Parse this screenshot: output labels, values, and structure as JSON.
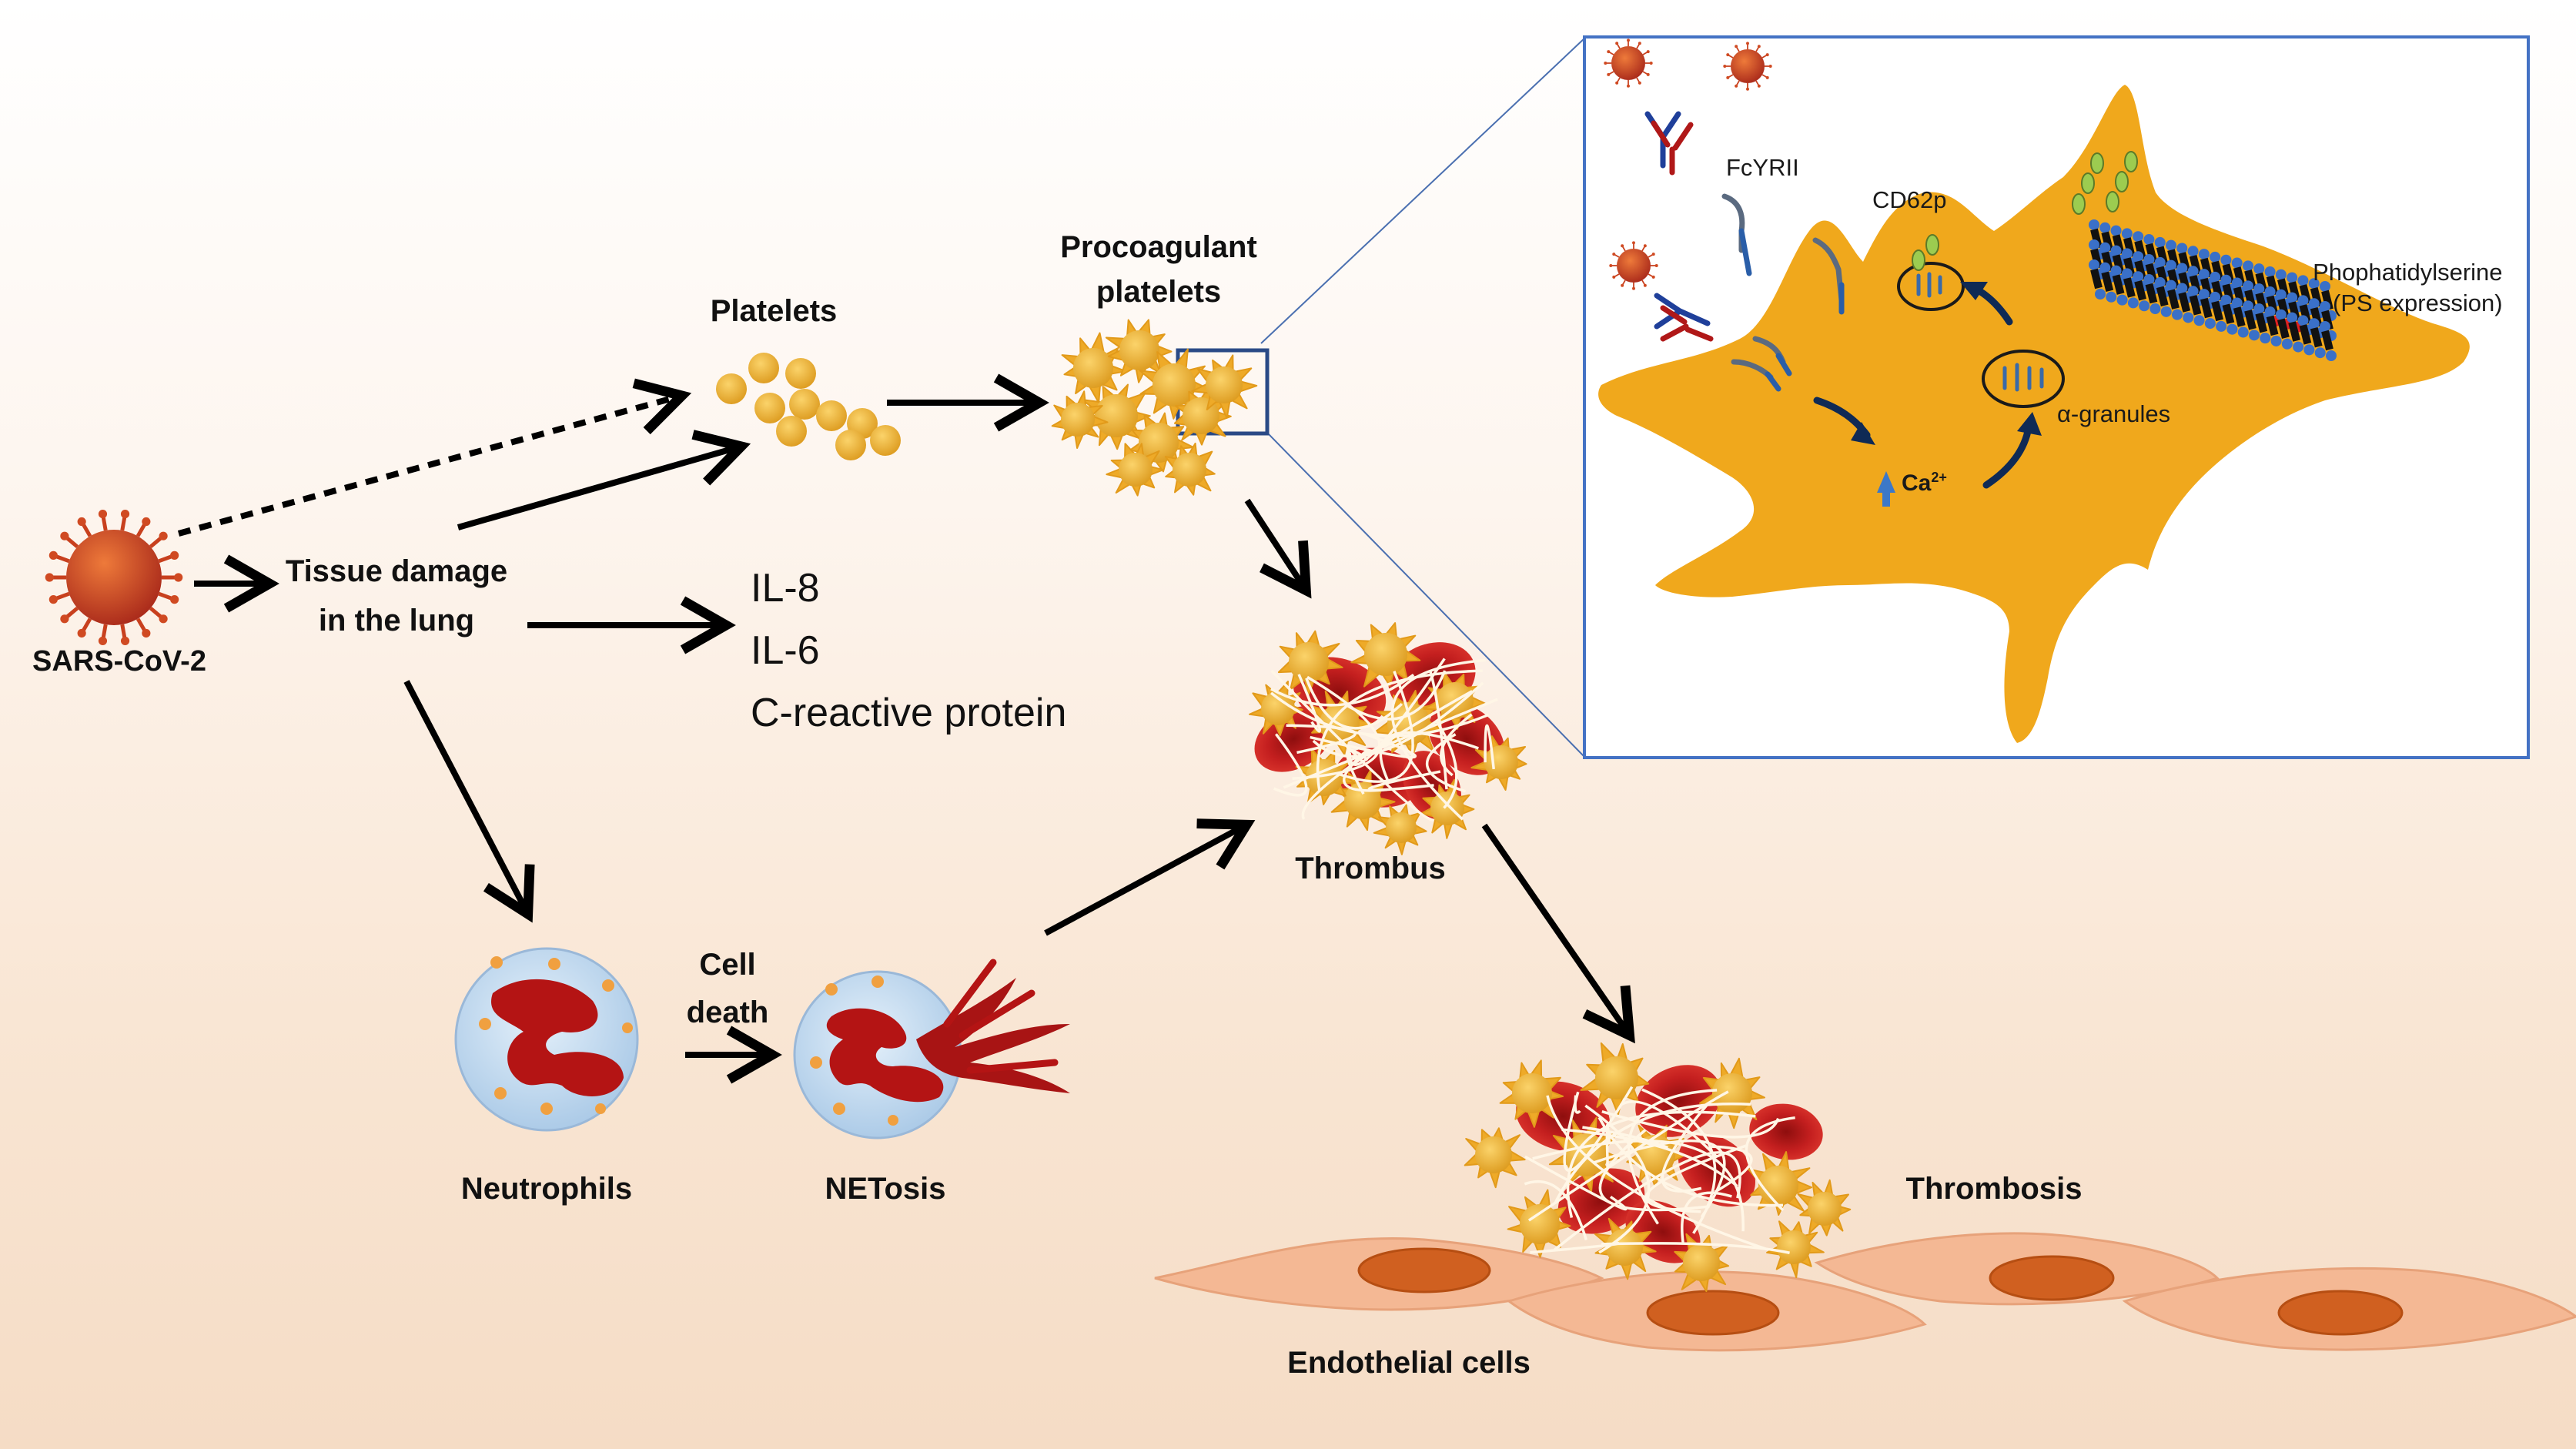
{
  "labels": {
    "sars": "SARS-CoV-2",
    "tissue_line1": "Tissue damage",
    "tissue_line2": "in the lung",
    "platelets": "Platelets",
    "procoag_line1": "Procoagulant",
    "procoag_line2": "platelets",
    "il8": "IL-8",
    "il6": "IL-6",
    "crp": "C-reactive protein",
    "thrombus": "Thrombus",
    "neutrophils": "Neutrophils",
    "cell_death_line1": "Cell",
    "cell_death_line2": "death",
    "netosis": "NETosis",
    "thrombosis": "Thrombosis",
    "endothelial": "Endothelial cells"
  },
  "inset": {
    "fcyrii": "FcYRII",
    "cd62p": "CD62p",
    "ps_line1": "Phophatidylserine",
    "ps_line2": "(PS expression)",
    "granules": "α-granules",
    "calcium": "Ca",
    "calcium_sup": "2+"
  },
  "colors": {
    "platelet": "#f0b030",
    "platelet_dark": "#d89018",
    "rbc": "#c81e1e",
    "virus": "#c8401e",
    "neutrophil": "#b8d4ec",
    "nucleus": "#b01818",
    "endothelium": "#f4b894",
    "endo_nucleus": "#d06020",
    "inset_border": "#4472c4",
    "arrow": "#000000"
  }
}
